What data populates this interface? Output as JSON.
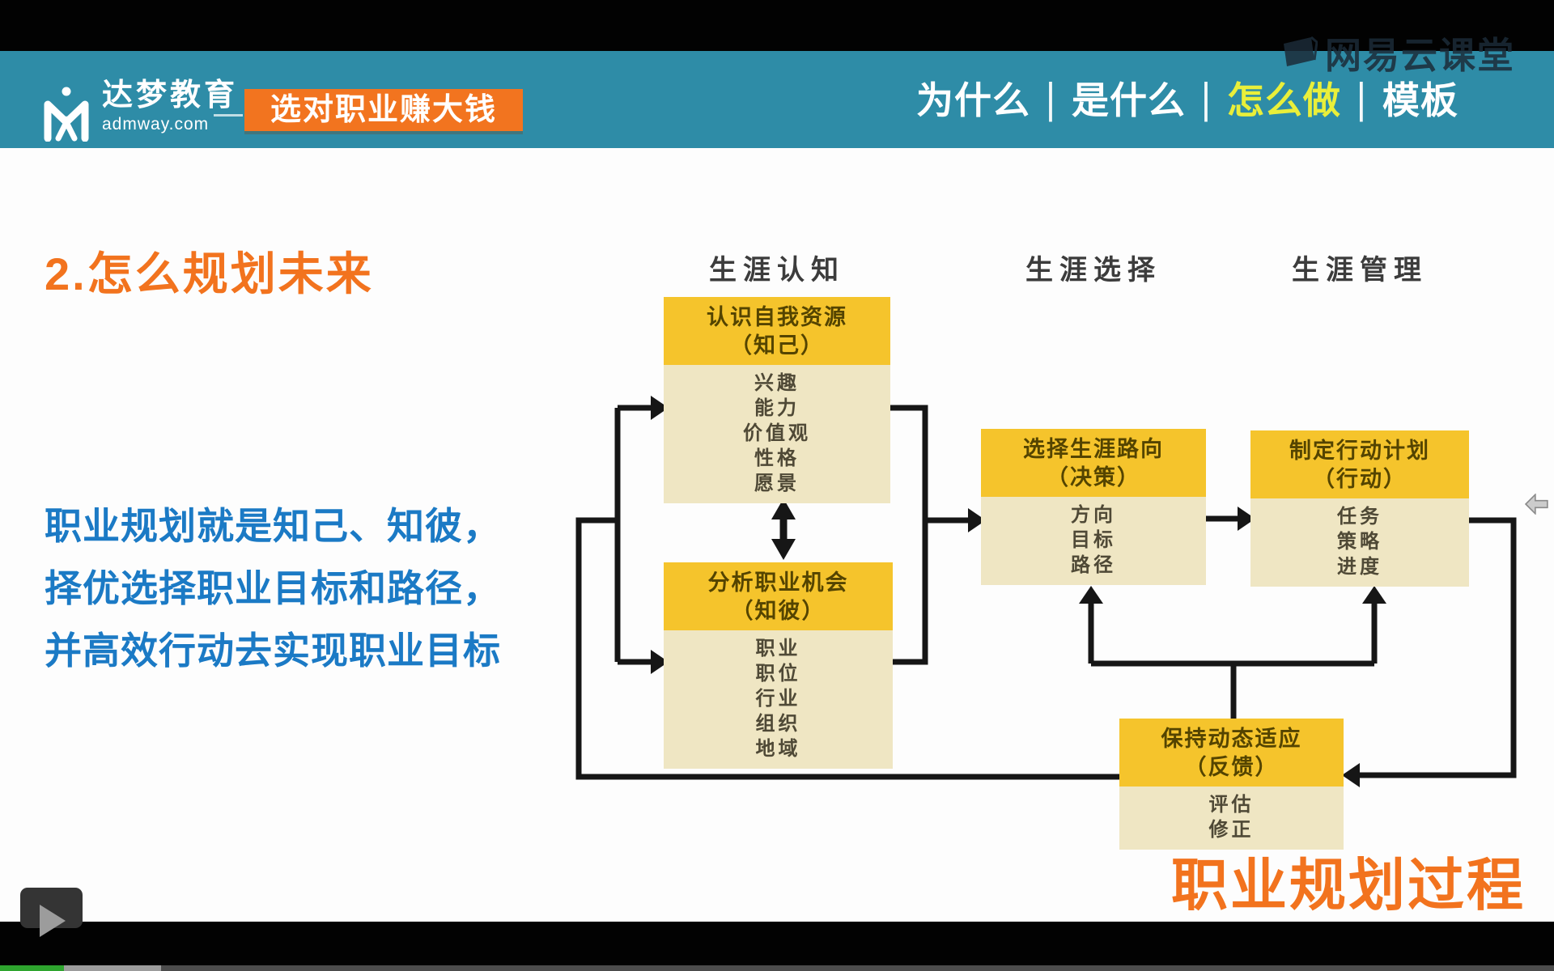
{
  "header": {
    "brand": {
      "name": "达梦教育",
      "domain": "admway.com"
    },
    "badge": "选对职业赚大钱",
    "nav": [
      {
        "label": "为什么",
        "active": false
      },
      {
        "label": "是什么",
        "active": false
      },
      {
        "label": "怎么做",
        "active": true
      },
      {
        "label": "模板",
        "active": false
      }
    ],
    "nav_separator": "|",
    "watermark": "网易云课堂"
  },
  "slide": {
    "title": "2.怎么规划未来",
    "text_lines": [
      "职业规划就是知己、知彼，",
      "择优选择职业目标和路径，",
      "并高效行动去实现职业目标"
    ],
    "caption": "职业规划过程",
    "diagram": {
      "column_headers": [
        "生涯认知",
        "生涯选择",
        "生涯管理"
      ],
      "boxes": [
        {
          "title": "认识自我资源",
          "subtitle": "（知己）",
          "items": [
            "兴趣",
            "能力",
            "价值观",
            "性格",
            "愿景"
          ]
        },
        {
          "title": "分析职业机会",
          "subtitle": "（知彼）",
          "items": [
            "职业",
            "职位",
            "行业",
            "组织",
            "地域"
          ]
        },
        {
          "title": "选择生涯路向",
          "subtitle": "（决策）",
          "items": [
            "方向",
            "目标",
            "路径"
          ]
        },
        {
          "title": "制定行动计划",
          "subtitle": "（行动）",
          "items": [
            "任务",
            "策略",
            "进度"
          ]
        },
        {
          "title": "保持动态适应",
          "subtitle": "（反馈）",
          "items": [
            "评估",
            "修正"
          ]
        }
      ]
    }
  },
  "player": {
    "video_progress_percent": 4,
    "buffered_percent": 10
  },
  "colors": {
    "header_teal": "#2e8ca7",
    "accent_orange": "#f2731e",
    "badge_orange": "#f2741f",
    "nav_highlight_yellow": "#e9ef3a",
    "box_header_yellow": "#f5c42c",
    "box_body_cream": "#efe6c3",
    "body_text_blue": "#1b7ac5",
    "progress_green": "#2ea52e"
  }
}
